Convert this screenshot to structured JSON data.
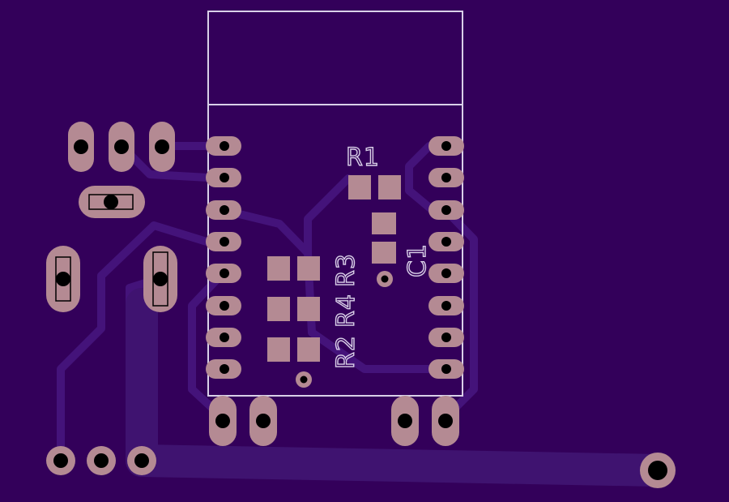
{
  "board": {
    "colors": {
      "substrate": "#33005a",
      "trace": "#44137a",
      "trace_wide": "#3f1370",
      "pad_copper": "#b48a93",
      "drill_hole": "#000000",
      "silkscreen": "#d9d0e8"
    },
    "labels": {
      "r1": "R1",
      "r2": "R2",
      "r3": "R3",
      "r4": "R4",
      "c1": "C1"
    }
  }
}
